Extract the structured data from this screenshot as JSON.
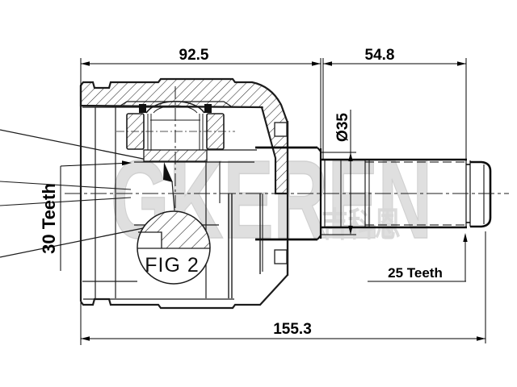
{
  "watermark": {
    "text": "GKEREN",
    "cjk_text": "吉科恩"
  },
  "figure": {
    "detail_label": "FIG 2"
  },
  "dimensions": {
    "housing_width": "92.5",
    "shaft_length": "54.8",
    "total_length": "155.3",
    "shaft_diameter": "Ø35",
    "inner_spline_teeth": "30 Teeth",
    "outer_spline_teeth": "25 Teeth"
  },
  "colors": {
    "background": "#ffffff",
    "line": "#1c1c1c",
    "dimension": "#000000",
    "watermark": "#dcdcdc"
  }
}
